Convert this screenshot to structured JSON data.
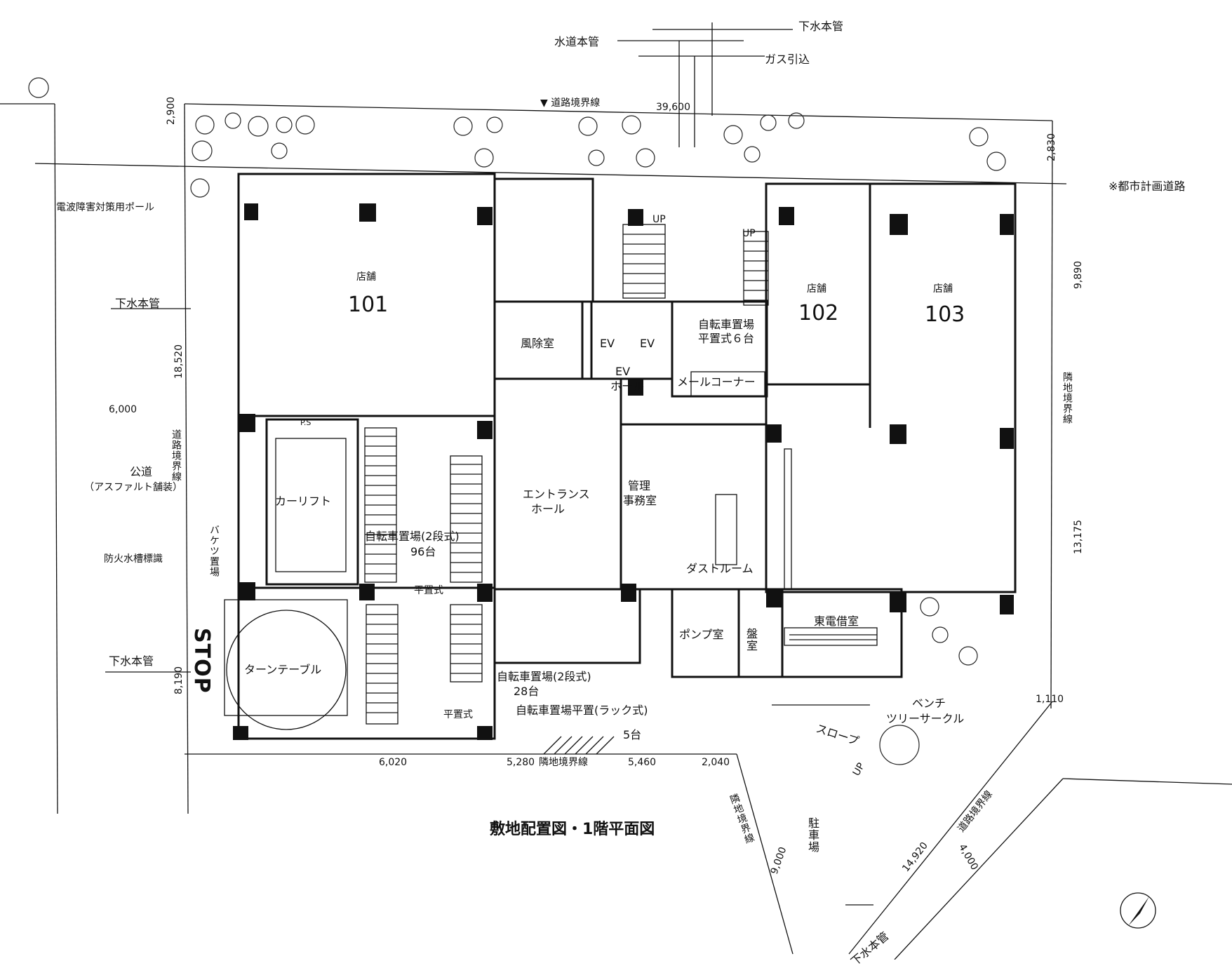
{
  "title": "敷地配置図・1階平面図",
  "utilities": {
    "sewer_main_top": "下水本管",
    "water_main": "水道本管",
    "gas_inlet": "ガス引込",
    "sewer_main_left": "下水本管",
    "sewer_main_lower_left": "下水本管",
    "sewer_main_bottom": "下水本管"
  },
  "boundaries": {
    "road_boundary_top": "▼ 道路境界線",
    "city_plan_road": "※都市計画道路",
    "road_boundary_left": "道路境界線",
    "adjacent_boundary_right": "隣地境界線",
    "adjacent_boundary_bottom": "隣地境界線",
    "adjacent_boundary_lower": "隣地境界線",
    "road_boundary_lower_right": "道路境界線"
  },
  "annotations": {
    "radio_pole": "電波障害対策用ポール",
    "fire_sign": "防火水槽標識",
    "public_road": "公道",
    "public_road_note": "（アスファルト舗装）",
    "bucket_area": "バケツ置場",
    "stop": "STOP"
  },
  "rooms": {
    "shop101_label": "店舗",
    "shop101_no": "101",
    "shop102_label": "店舗",
    "shop102_no": "102",
    "shop103_label": "店舗",
    "shop103_no": "103",
    "windbreak": "風除室",
    "ev1": "EV",
    "ev2": "EV",
    "ev_hall_1": "EV",
    "ev_hall_2": "ホール",
    "bike_flat_1": "自転車置場",
    "bike_flat_2": "平置式６台",
    "mail_corner": "メールコーナー",
    "ps": "P.S",
    "car_lift": "カーリフト",
    "bike_2tier_1": "自転車置場(2段式)",
    "bike_2tier_2": "96台",
    "flat_type_1": "平置式",
    "flat_type_2": "平置式",
    "entrance_1": "エントランス",
    "entrance_2": "ホール",
    "office_1": "管理",
    "office_2": "事務室",
    "dust_room": "ダストルーム",
    "turntable": "ターンテーブル",
    "pump_room": "ポンプ室",
    "panel_room": "盤室",
    "electric_room": "東電借室",
    "bike_2tier_lower_1": "自転車置場(2段式)",
    "bike_2tier_lower_2": "28台",
    "bike_rack": "自転車置場平置(ラック式)",
    "bike_rack_count": "5台",
    "bench": "ベンチ",
    "tree_circle": "ツリーサークル",
    "slope": "スロープ",
    "parking": "駐車場",
    "up1": "UP",
    "up2": "UP",
    "up3": "UP"
  },
  "dimensions": {
    "top_width": "39,600",
    "d2900": "2,900",
    "d2830": "2,830",
    "d9890": "9,890",
    "d18520": "18,520",
    "d6000": "6,000",
    "d13175": "13,175",
    "d8190": "8,190",
    "d6020": "6,020",
    "d5280": "5,280",
    "d5460": "5,460",
    "d2040": "2,040",
    "d1110": "1,110",
    "d14920": "14,920",
    "d4000": "4,000",
    "d9000": "9,000"
  }
}
